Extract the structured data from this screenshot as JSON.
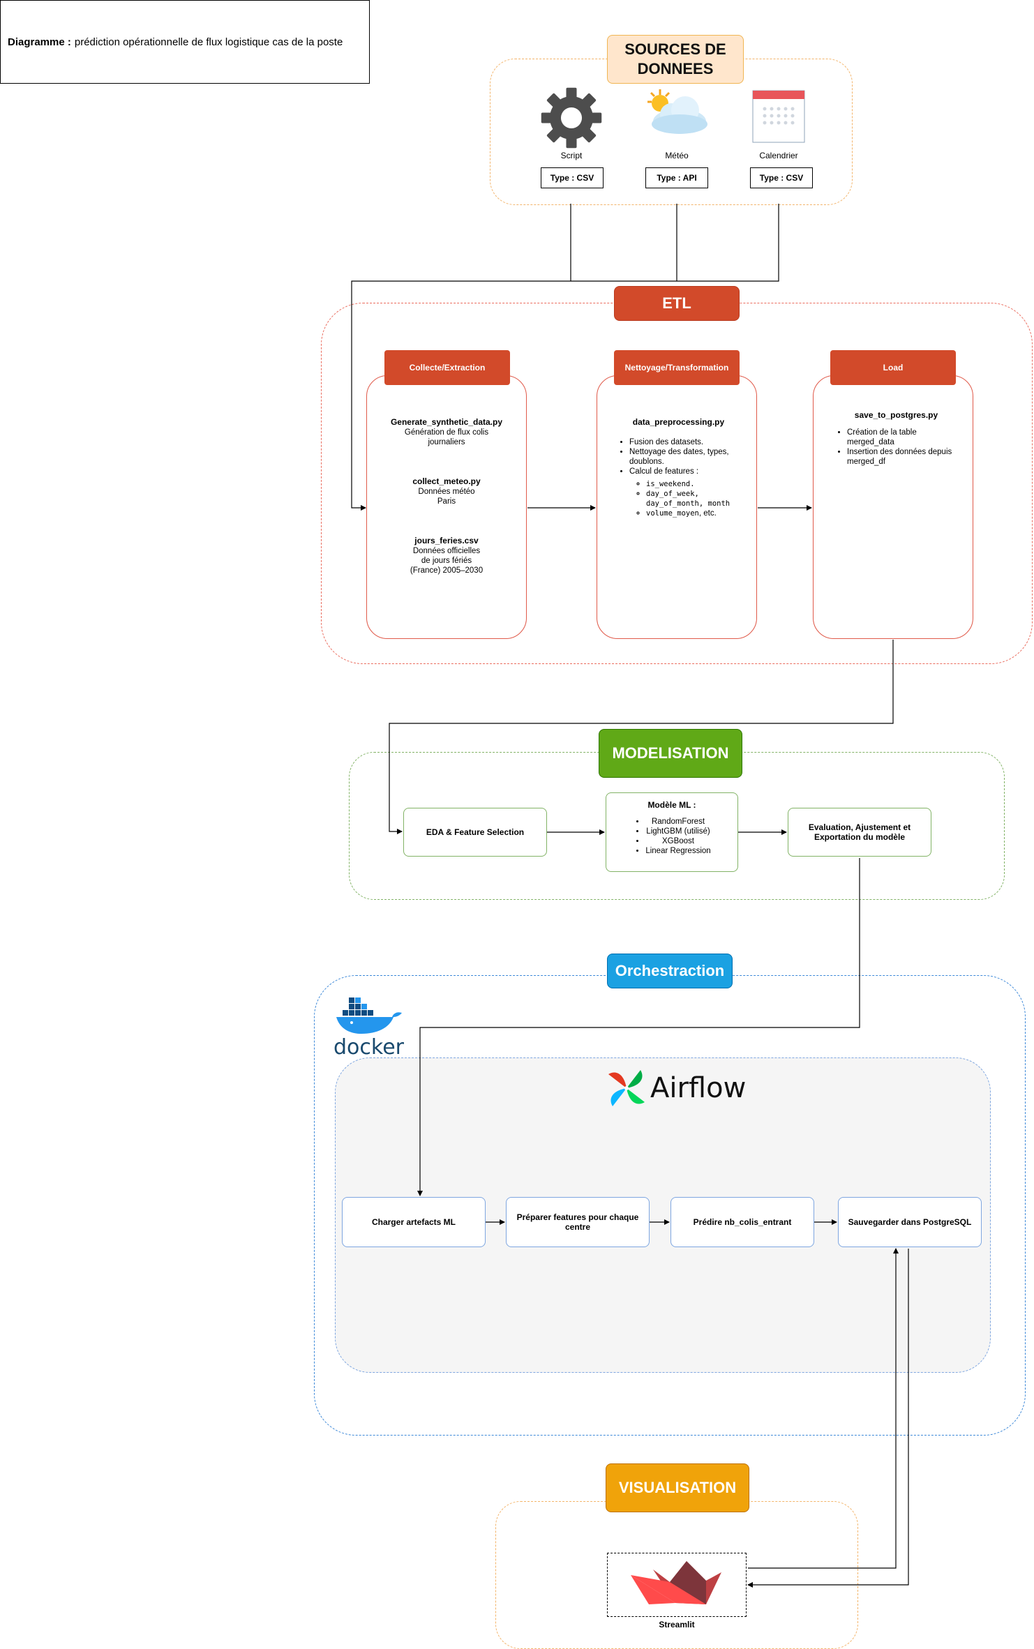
{
  "title": {
    "prefix": "Diagramme :",
    "text": "prédiction opérationnelle de flux logistique cas de la poste"
  },
  "sources": {
    "badge": "SOURCES DE DONNEES",
    "items": [
      {
        "label": "Script",
        "type": "Type : CSV",
        "icon": "gear-icon"
      },
      {
        "label": "Météo",
        "type": "Type : API",
        "icon": "weather-icon"
      },
      {
        "label": "Calendrier",
        "type": "Type : CSV",
        "icon": "calendar-icon"
      }
    ]
  },
  "etl": {
    "badge": "ETL",
    "collect": {
      "header": "Collecte/Extraction",
      "blocks": [
        {
          "file": "Generate_synthetic_data.py",
          "desc": "Génération de flux colis journaliers"
        },
        {
          "file": "collect_meteo.py",
          "desc": "Données météo Paris"
        },
        {
          "file": "jours_feries.csv",
          "desc": "Données officielles de jours fériés (France) 2005–2030"
        }
      ]
    },
    "transform": {
      "header": "Nettoyage/Transformation",
      "file": "data_preprocessing.py",
      "bullets": [
        "Fusion des datasets.",
        "Nettoyage des dates, types, doublons.",
        "Calcul de features :"
      ],
      "features": [
        "is_weekend.",
        "day_of_week, day_of_month, month",
        "volume_moyen"
      ],
      "features_suffix": ", etc."
    },
    "load": {
      "header": "Load",
      "file": "save_to_postgres.py",
      "bullets": [
        "Création de la table merged_data",
        "Insertion des données depuis merged_df"
      ]
    }
  },
  "modelisation": {
    "badge": "MODELISATION",
    "eda": "EDA & Feature Selection",
    "models_title": "Modèle ML :",
    "models": [
      "RandomForest",
      "LightGBM (utilisé)",
      "XGBoost",
      "Linear Regression"
    ],
    "evaluation": "Evaluation, Ajustement et Exportation du modèle"
  },
  "orchestration": {
    "badge": "Orchestraction",
    "docker_label": "docker",
    "airflow_label": "Airflow",
    "steps": [
      "Charger artefacts ML",
      "Préparer features pour chaque centre",
      "Prédire nb_colis_entrant",
      "Sauvegarder dans PostgreSQL"
    ]
  },
  "visualisation": {
    "badge": "VISUALISATION",
    "streamlit_label": "Streamlit"
  },
  "colors": {
    "etl_red": "#d24a2a",
    "model_green": "#60a917",
    "orch_blue": "#1ba1e2",
    "visu_orange": "#f0a30a",
    "sources_fill": "#ffe6cc"
  }
}
